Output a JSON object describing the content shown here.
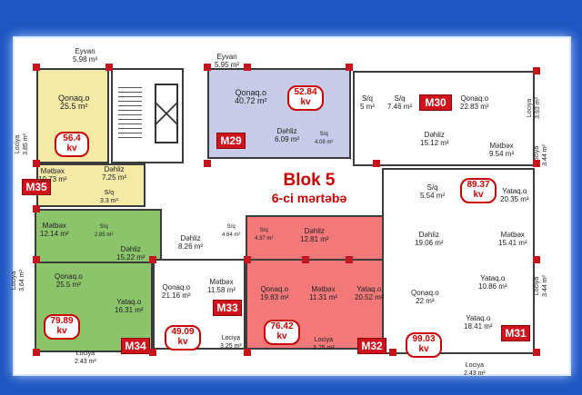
{
  "block": {
    "title": "Blok 5",
    "floor": "6-ci mərtəbə"
  },
  "apartments": {
    "m35": {
      "code": "M35",
      "area": "56.4",
      "unit": "kv"
    },
    "m29": {
      "code": "M29",
      "area": "52.84",
      "unit": "kv"
    },
    "m30": {
      "code": "M30"
    },
    "m34": {
      "code": "M34",
      "area": "79.89",
      "unit": "kv"
    },
    "m33": {
      "code": "M33",
      "area": "49.09",
      "unit": "kv"
    },
    "m32": {
      "code": "M32",
      "area": "76.42",
      "unit": "kv"
    },
    "m31": {
      "code": "M31",
      "area": "99.03",
      "unit": "kv"
    },
    "m30b": {
      "area": "89.37",
      "unit": "kv"
    }
  },
  "rooms": {
    "eyvan1": {
      "name": "Eyvan",
      "area": "5.98 m²"
    },
    "eyvan2": {
      "name": "Eyvan",
      "area": "5.95 m²"
    },
    "qonaq35": {
      "name": "Qonaq.o",
      "area": "25.5 m²"
    },
    "lociya35": {
      "name": "Lociya",
      "area": "3.85 m²"
    },
    "metbex35": {
      "name": "Mətbəx",
      "area": "10.73 m²"
    },
    "dehliz35": {
      "name": "Dəhliz",
      "area": "7.25 m²"
    },
    "sq35": {
      "name": "S/q",
      "area": "3.3 m²"
    },
    "qonaq29": {
      "name": "Qonaq.o",
      "area": "40.72 m²"
    },
    "dehliz29": {
      "name": "Dəhliz",
      "area": "6.09 m²"
    },
    "sq29": {
      "name": "S/q",
      "area": "4.08 m²"
    },
    "sq30a": {
      "name": "S/q",
      "area": "5 m²"
    },
    "sq30b": {
      "name": "S/q",
      "area": "7.46 m²"
    },
    "qonaq30": {
      "name": "Qonaq.o",
      "area": "22.83 m²"
    },
    "lociya30": {
      "name": "Lociya",
      "area": "3.93 m²"
    },
    "dehliz30": {
      "name": "Dəhliz",
      "area": "15.12 m²"
    },
    "metbex30": {
      "name": "Mətbəx",
      "area": "9.54 m²"
    },
    "lociya30b": {
      "name": "Lociya",
      "area": "3.44 m²"
    },
    "yataq30": {
      "name": "Yataq.o",
      "area": "20.35 m²"
    },
    "sq30c": {
      "name": "S/q",
      "area": "5.54 m²"
    },
    "metbex34": {
      "name": "Mətbəx",
      "area": "12.14 m²"
    },
    "sq34": {
      "name": "S/q",
      "area": "2.85 m²"
    },
    "dehliz34": {
      "name": "Dəhliz",
      "area": "15.22 m²"
    },
    "dehlizC": {
      "name": "Dəhliz",
      "area": "8.26 m²"
    },
    "sq33": {
      "name": "S/q",
      "area": "4.64 m²"
    },
    "sq32a": {
      "name": "S/q",
      "area": "4.37 m²"
    },
    "dehliz32": {
      "name": "Dəhliz",
      "area": "12.81 m²"
    },
    "dehliz31": {
      "name": "Dəhliz",
      "area": "19.06 m²"
    },
    "metbex31": {
      "name": "Mətbəx",
      "area": "15.41 m²"
    },
    "lociya34": {
      "name": "Lociya",
      "area": "3.64 m²"
    },
    "qonaq34": {
      "name": "Qonaq.o",
      "area": "25.5 m²"
    },
    "yataq34": {
      "name": "Yataq.o",
      "area": "16.31 m²"
    },
    "lociya34b": {
      "name": "Lociya",
      "area": "2.43 m²"
    },
    "qonaq33": {
      "name": "Qonaq.o",
      "area": "21.16 m²"
    },
    "metbex33": {
      "name": "Mətbəx",
      "area": "11.58 m²"
    },
    "lociya33": {
      "name": "Lociya",
      "area": "3.25 m²"
    },
    "qonaq32": {
      "name": "Qonaq.o",
      "area": "19.83 m²"
    },
    "metbex32": {
      "name": "Mətbəx",
      "area": "11.31 m²"
    },
    "yataq32": {
      "name": "Yataq.o",
      "area": "20.52 m²"
    },
    "lociya32": {
      "name": "Lociya",
      "area": "3.25 m²"
    },
    "qonaq31": {
      "name": "Qonaq.o",
      "area": "22 m²"
    },
    "yataq31a": {
      "name": "Yataq.o",
      "area": "10.86 m²"
    },
    "lociya31": {
      "name": "Lociya",
      "area": "3.44 m²"
    },
    "yataq31b": {
      "name": "Yataq.o",
      "area": "18.41 m²"
    },
    "lociya31b": {
      "name": "Lociya",
      "area": "2.43 m²"
    }
  },
  "colors": {
    "background": "#1e56c2",
    "m35": "#f5e9a8",
    "m29": "#c8cbe8",
    "m34": "#8cc46c",
    "m32": "#f2787a",
    "accent": "#d0121c"
  }
}
